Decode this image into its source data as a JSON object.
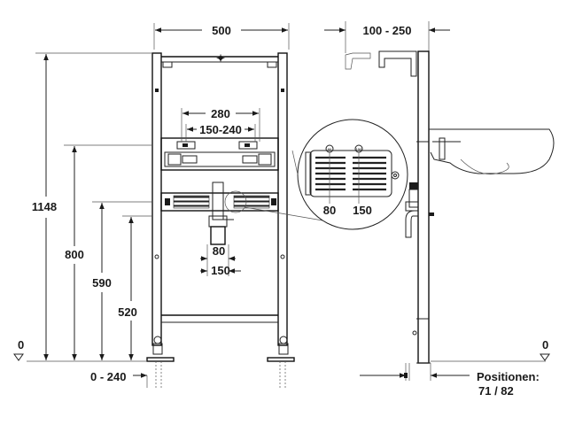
{
  "front_view": {
    "width_label": "500",
    "height_total_label": "1148",
    "height_800_label": "800",
    "height_590_label": "590",
    "height_520_label": "520",
    "zero_label": "0",
    "foot_range_label": "0 - 240",
    "spacing_280_label": "280",
    "spacing_150_240_label": "150-240",
    "spacing_80_label": "80",
    "spacing_150_label": "150"
  },
  "detail": {
    "label_80": "80",
    "label_150": "150",
    "circle_mark_80": "80",
    "circle_mark_150": "150"
  },
  "side_view": {
    "depth_label": "100 - 250",
    "zero_label": "0",
    "positions_label": "Positionen:",
    "positions_value": "71 / 82"
  }
}
